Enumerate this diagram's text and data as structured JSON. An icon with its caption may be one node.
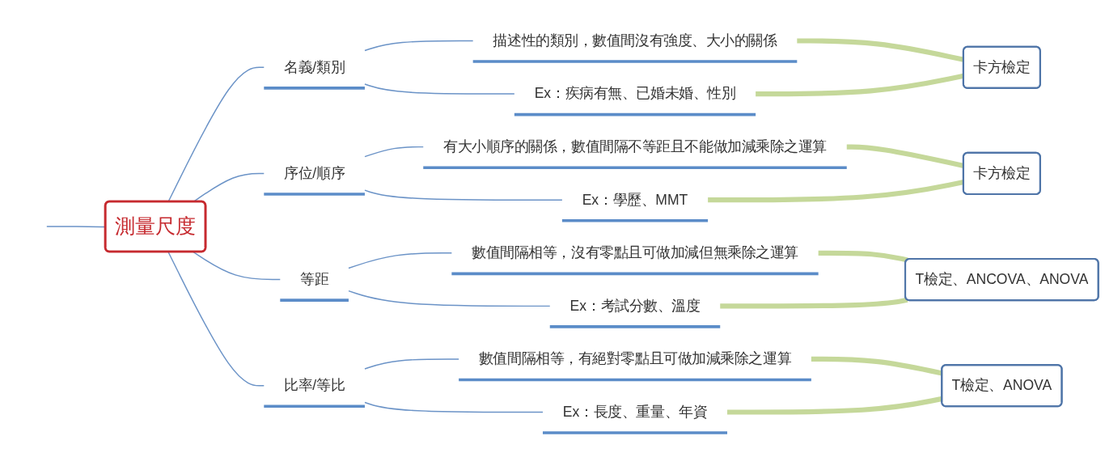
{
  "diagram": {
    "nodes": [
      {
        "text": [
          "測量尺度"
        ]
      },
      {
        "text": [
          "名義/類別"
        ]
      },
      {
        "text": [
          "描述性的類別，數值間沒有強度、大小的關係"
        ]
      },
      {
        "text": [
          "Ex：疾病有無、已婚未婚、性別"
        ]
      },
      {
        "text": [
          "卡方檢定"
        ]
      },
      {
        "text": [
          "序位/順序"
        ]
      },
      {
        "text": [
          "有大小順序的關係，數值間隔不等距且不能做加減乘除之運算"
        ]
      },
      {
        "text": [
          "Ex：學歷、MMT"
        ]
      },
      {
        "text": [
          "卡方檢定"
        ]
      },
      {
        "text": [
          "等距"
        ]
      },
      {
        "text": [
          "數值間隔相等，沒有零點且可做加減但無乘除之運算"
        ]
      },
      {
        "text": [
          "Ex：考試分數、溫度"
        ]
      },
      {
        "text": [
          "T檢定、ANCOVA、ANOVA"
        ]
      },
      {
        "text": [
          "比率/等比"
        ]
      },
      {
        "text": [
          "數值間隔相等，有絕對零點且可做加減乘除之運算"
        ]
      },
      {
        "text": [
          "Ex：長度、重量、年資"
        ]
      },
      {
        "text": [
          "T檢定、ANOVA"
        ]
      }
    ],
    "edges": [
      {
        "from": null,
        "to": 0,
        "arrow": "none"
      },
      {
        "from": 0,
        "to": 1,
        "arrow": "none"
      },
      {
        "from": 0,
        "to": 5,
        "arrow": "none"
      },
      {
        "from": 0,
        "to": 9,
        "arrow": "none"
      },
      {
        "from": 0,
        "to": 13,
        "arrow": "none"
      },
      {
        "from": 1,
        "to": 2,
        "arrow": "none"
      },
      {
        "from": 1,
        "to": 3,
        "arrow": "none"
      },
      {
        "from": 5,
        "to": 6,
        "arrow": "none"
      },
      {
        "from": 5,
        "to": 7,
        "arrow": "none"
      },
      {
        "from": 9,
        "to": 10,
        "arrow": "none"
      },
      {
        "from": 9,
        "to": 11,
        "arrow": "none"
      },
      {
        "from": 13,
        "to": 14,
        "arrow": "none"
      },
      {
        "from": 13,
        "to": 15,
        "arrow": "none"
      },
      {
        "from": 2,
        "to": 4,
        "arrow": "none",
        "style": "thick",
        "color": "#c5d89a"
      },
      {
        "from": 3,
        "to": 4,
        "arrow": "none",
        "style": "thick",
        "color": "#c5d89a"
      },
      {
        "from": 6,
        "to": 8,
        "arrow": "none",
        "style": "thick",
        "color": "#c5d89a"
      },
      {
        "from": 7,
        "to": 8,
        "arrow": "none",
        "style": "thick",
        "color": "#c5d89a"
      },
      {
        "from": 10,
        "to": 12,
        "arrow": "none",
        "style": "thick",
        "color": "#c5d89a"
      },
      {
        "from": 11,
        "to": 12,
        "arrow": "none",
        "style": "thick",
        "color": "#c5d89a"
      },
      {
        "from": 14,
        "to": 16,
        "arrow": "none",
        "style": "thick",
        "color": "#c5d89a"
      },
      {
        "from": 15,
        "to": 16,
        "arrow": "none",
        "style": "thick",
        "color": "#c5d89a"
      }
    ]
  }
}
